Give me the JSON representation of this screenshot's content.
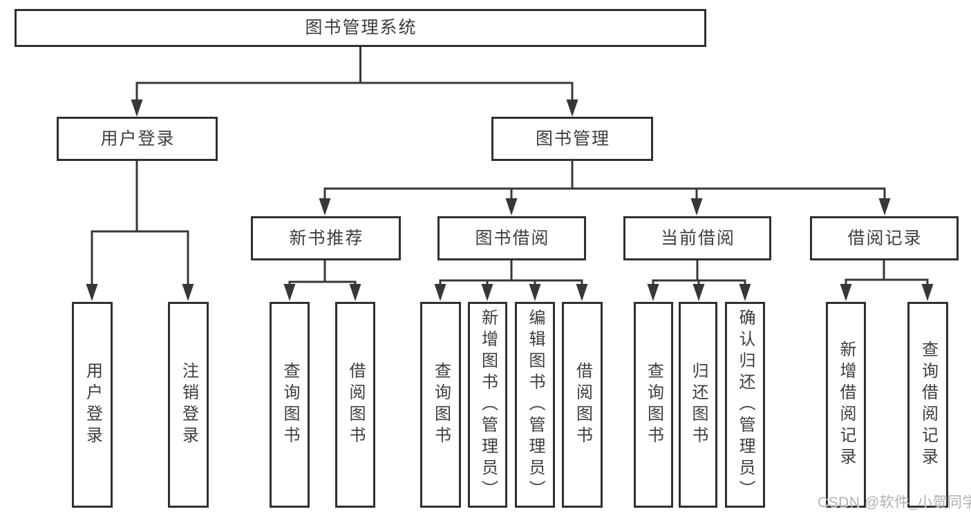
{
  "tree": {
    "label": "图书管理系统",
    "children": [
      {
        "label": "用户登录",
        "children": [
          {
            "label": "用户登录"
          },
          {
            "label": "注销登录"
          }
        ]
      },
      {
        "label": "图书管理",
        "children": [
          {
            "label": "新书推荐",
            "children": [
              {
                "label": "查询图书"
              },
              {
                "label": "借阅图书"
              }
            ]
          },
          {
            "label": "图书借阅",
            "children": [
              {
                "label": "查询图书"
              },
              {
                "label": "新增图书（管理员）"
              },
              {
                "label": "编辑图书（管理员）"
              },
              {
                "label": "借阅图书"
              }
            ]
          },
          {
            "label": "当前借阅",
            "children": [
              {
                "label": "查询图书"
              },
              {
                "label": "归还图书"
              },
              {
                "label": "确认归还（管理员）"
              }
            ]
          },
          {
            "label": "借阅记录",
            "children": [
              {
                "label": "新增借阅记录"
              },
              {
                "label": "查询借阅记录"
              }
            ]
          }
        ]
      }
    ]
  },
  "watermark": {
    "text": "CSDN @软件_小贺同学"
  },
  "colors": {
    "line": "#373737",
    "box_border": "#2f2f2f",
    "text": "#3d3d3d",
    "watermark": "#a3a3a3",
    "background": "#ffffff"
  }
}
